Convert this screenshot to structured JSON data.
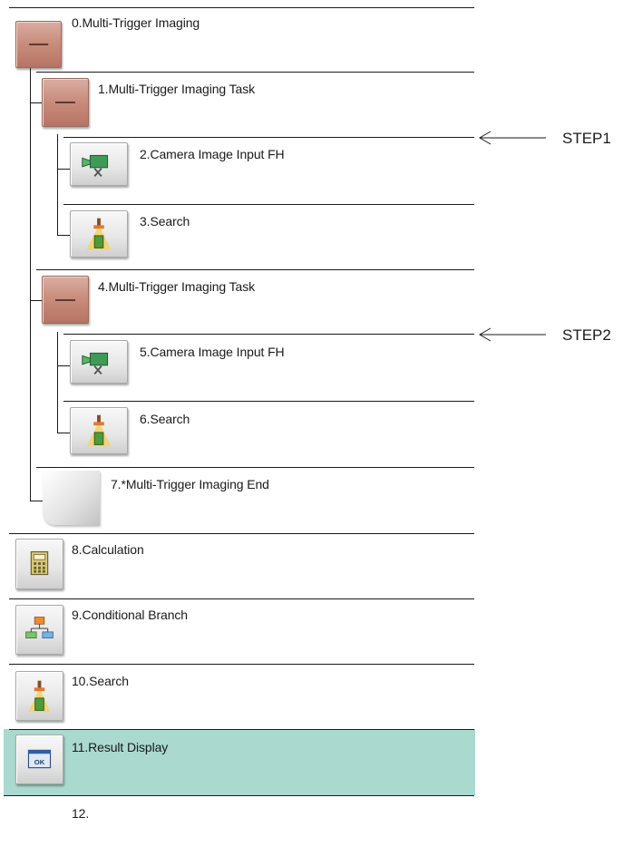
{
  "flow": {
    "units": [
      {
        "label": "0.Multi-Trigger Imaging",
        "icon": "collapse-icon"
      },
      {
        "label": "1.Multi-Trigger Imaging Task",
        "icon": "collapse-icon"
      },
      {
        "label": "2.Camera Image Input FH",
        "icon": "camera-icon"
      },
      {
        "label": "3.Search",
        "icon": "search-icon"
      },
      {
        "label": "4.Multi-Trigger Imaging Task",
        "icon": "collapse-icon"
      },
      {
        "label": "5.Camera Image Input FH",
        "icon": "camera-icon"
      },
      {
        "label": "6.Search",
        "icon": "search-icon"
      },
      {
        "label": "7.*Multi-Trigger Imaging End",
        "icon": "end-icon"
      },
      {
        "label": "8.Calculation",
        "icon": "calculator-icon"
      },
      {
        "label": "9.Conditional Branch",
        "icon": "branch-icon"
      },
      {
        "label": "10.Search",
        "icon": "search-icon"
      },
      {
        "label": "11.Result Display",
        "icon": "result-display-icon",
        "icon_text": "OK",
        "selected": true,
        "highlight_color": "#a9d9cf"
      },
      {
        "label": "12.",
        "icon": ""
      }
    ],
    "steps": [
      "STEP1",
      "STEP2"
    ]
  },
  "colors": {
    "group_icon": "#c98e7e",
    "selected_row": "#a9d9cf",
    "line": "#1a1a1a"
  }
}
